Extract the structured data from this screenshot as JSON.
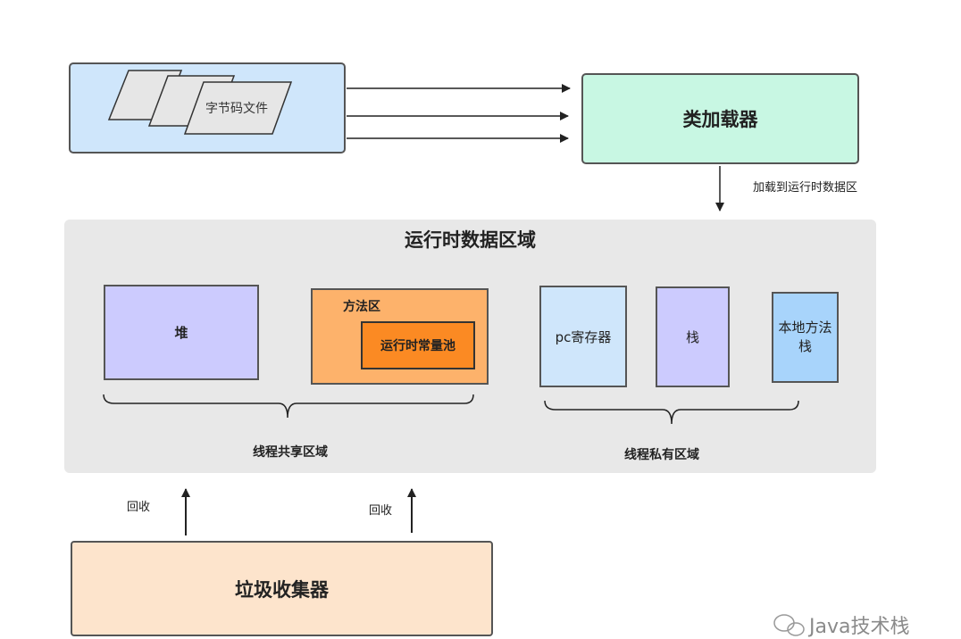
{
  "bytecode": {
    "file_label": "字节码文件"
  },
  "classloader": {
    "label": "类加载器",
    "load_caption": "加载到运行时数据区"
  },
  "runtime_area": {
    "title": "运行时数据区域",
    "heap": "堆",
    "method_area": "方法区",
    "constant_pool": "运行时常量池",
    "pc_register": "pc寄存器",
    "stack": "栈",
    "native_stack": "本地方法栈",
    "shared_caption": "线程共享区域",
    "private_caption": "线程私有区域"
  },
  "gc": {
    "label": "垃圾收集器",
    "recycle_left": "回收",
    "recycle_right": "回收"
  },
  "watermark": "Java技术栈",
  "colors": {
    "bytecode_bg": "#cfe6fb",
    "classloader_bg": "#c8f7e3",
    "runtime_bg": "#e8e8e8",
    "heap_bg": "#cccbfe",
    "method_bg": "#fdb26b",
    "pool_bg": "#fb8a23",
    "pc_bg": "#cfe6fb",
    "native_bg": "#a8d4fb",
    "gc_bg": "#fde4cc"
  }
}
